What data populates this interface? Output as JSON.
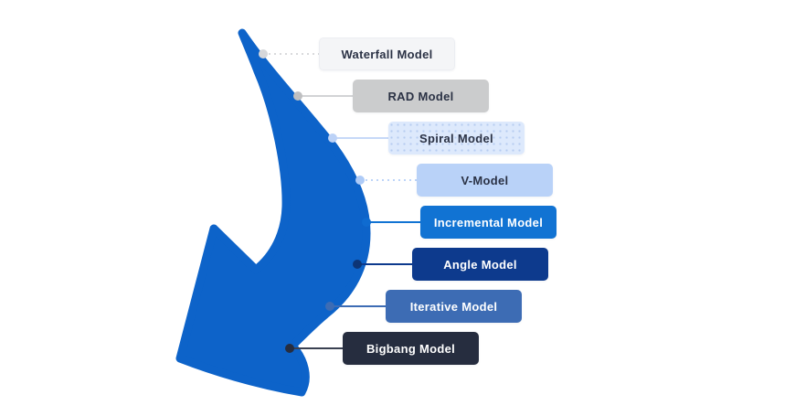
{
  "diagram": {
    "type": "software-development-models-arrow-infographic",
    "background_color": "#ffffff",
    "arrow": {
      "description": "large curved arrow pointing down-left",
      "color": "#0d63c9"
    },
    "models": [
      {
        "label": "Waterfall Model",
        "bg": "#f4f5f7",
        "fg": "#2b3245",
        "line_color": "#d9dadc",
        "dot_color": "#d6d7da"
      },
      {
        "label": "RAD Model",
        "bg": "#cbcccd",
        "fg": "#2b3245",
        "line_color": "#d2d3d5",
        "dot_color": "#bebfc1"
      },
      {
        "label": "Spiral Model",
        "bg": "#dde9fc",
        "fg": "#2b3245",
        "line_color": "#c6d9f8",
        "dot_color": "#bcd2f7"
      },
      {
        "label": "V-Model",
        "bg": "#b9d2f8",
        "fg": "#2b3245",
        "line_color": "#bdd4f8",
        "dot_color": "#aecbf7"
      },
      {
        "label": "Incremental Model",
        "bg": "#1173d3",
        "fg": "#ffffff",
        "line_color": "#1173d3",
        "dot_color": "#0f6bd0"
      },
      {
        "label": "Angle Model",
        "bg": "#0d3a8d",
        "fg": "#ffffff",
        "line_color": "#0d3a8d",
        "dot_color": "#0d3576"
      },
      {
        "label": "Iterative Model",
        "bg": "#3d6cb4",
        "fg": "#ffffff",
        "line_color": "#3d6cb4",
        "dot_color": "#3d6cb4"
      },
      {
        "label": "Bigbang Model",
        "bg": "#262d3f",
        "fg": "#ffffff",
        "line_color": "#3a4152",
        "dot_color": "#262d3f"
      }
    ]
  }
}
